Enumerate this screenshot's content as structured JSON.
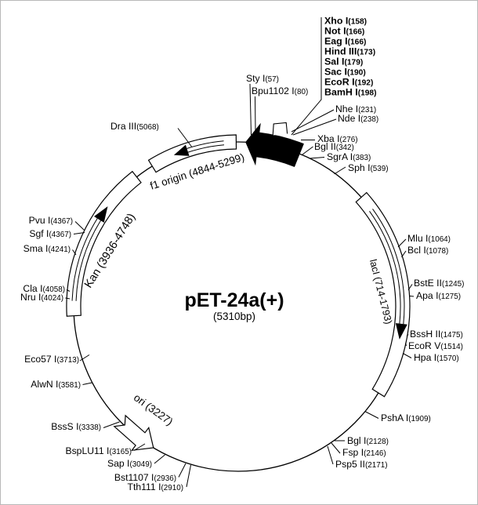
{
  "title": {
    "name": "pET-24a(+)",
    "size": "(5310bp)"
  },
  "regions": {
    "f1": "f1 origin (4844-5299)",
    "kan": "Kan (3936-4748)",
    "laci": "lacI (714-1793)",
    "ori": "ori (3227)"
  },
  "colors": {
    "ink": "#000000",
    "background": "#ffffff"
  },
  "sites": {
    "sty": {
      "name": "Sty I",
      "loc": "(57)"
    },
    "bpu": {
      "name": "Bpu1102 I",
      "loc": "(80)"
    },
    "xho": {
      "name": "Xho I",
      "loc": "(158)"
    },
    "not": {
      "name": "Not I",
      "loc": "(166)"
    },
    "eag": {
      "name": "Eag I",
      "loc": "(166)"
    },
    "hind": {
      "name": "Hind III",
      "loc": "(173)"
    },
    "sal": {
      "name": "Sal I",
      "loc": "(179)"
    },
    "sac": {
      "name": "Sac I",
      "loc": "(190)"
    },
    "ecori": {
      "name": "EcoR I",
      "loc": "(192)"
    },
    "bamh": {
      "name": "BamH I",
      "loc": "(198)"
    },
    "nhe": {
      "name": "Nhe I",
      "loc": "(231)"
    },
    "nde": {
      "name": "Nde I",
      "loc": "(238)"
    },
    "xba": {
      "name": "Xba I",
      "loc": "(276)"
    },
    "bglii": {
      "name": "Bgl II",
      "loc": "(342)"
    },
    "sgra": {
      "name": "SgrA I",
      "loc": "(383)"
    },
    "sph": {
      "name": "Sph I",
      "loc": "(539)"
    },
    "mlu": {
      "name": "Mlu I",
      "loc": "(1064)"
    },
    "bcl": {
      "name": "Bcl I",
      "loc": "(1078)"
    },
    "bste": {
      "name": "BstE II",
      "loc": "(1245)"
    },
    "apa": {
      "name": "Apa I",
      "loc": "(1275)"
    },
    "bssh": {
      "name": "BssH II",
      "loc": "(1475)"
    },
    "ecorv": {
      "name": "EcoR V",
      "loc": "(1514)"
    },
    "hpa": {
      "name": "Hpa I",
      "loc": "(1570)"
    },
    "psha": {
      "name": "PshA I",
      "loc": "(1909)"
    },
    "bgli": {
      "name": "Bgl I",
      "loc": "(2128)"
    },
    "fsp": {
      "name": "Fsp I",
      "loc": "(2146)"
    },
    "psp5": {
      "name": "Psp5 II",
      "loc": "(2171)"
    },
    "tth": {
      "name": "Tth111 I",
      "loc": "(2910)"
    },
    "bst1107": {
      "name": "Bst1107 I",
      "loc": "(2936)"
    },
    "sap": {
      "name": "Sap I",
      "loc": "(3049)"
    },
    "bsplu": {
      "name": "BspLU11 I",
      "loc": "(3165)"
    },
    "bsss": {
      "name": "BssS I",
      "loc": "(3338)"
    },
    "alwn": {
      "name": "AlwN I",
      "loc": "(3581)"
    },
    "eco57": {
      "name": "Eco57 I",
      "loc": "(3713)"
    },
    "nru": {
      "name": "Nru I",
      "loc": "(4024)"
    },
    "cla": {
      "name": "Cla I",
      "loc": "(4058)"
    },
    "sma": {
      "name": "Sma I",
      "loc": "(4241)"
    },
    "sgf": {
      "name": "Sgf I",
      "loc": "(4367)"
    },
    "pvu": {
      "name": "Pvu I",
      "loc": "(4367)"
    },
    "dra": {
      "name": "Dra III",
      "loc": "(5068)"
    }
  }
}
